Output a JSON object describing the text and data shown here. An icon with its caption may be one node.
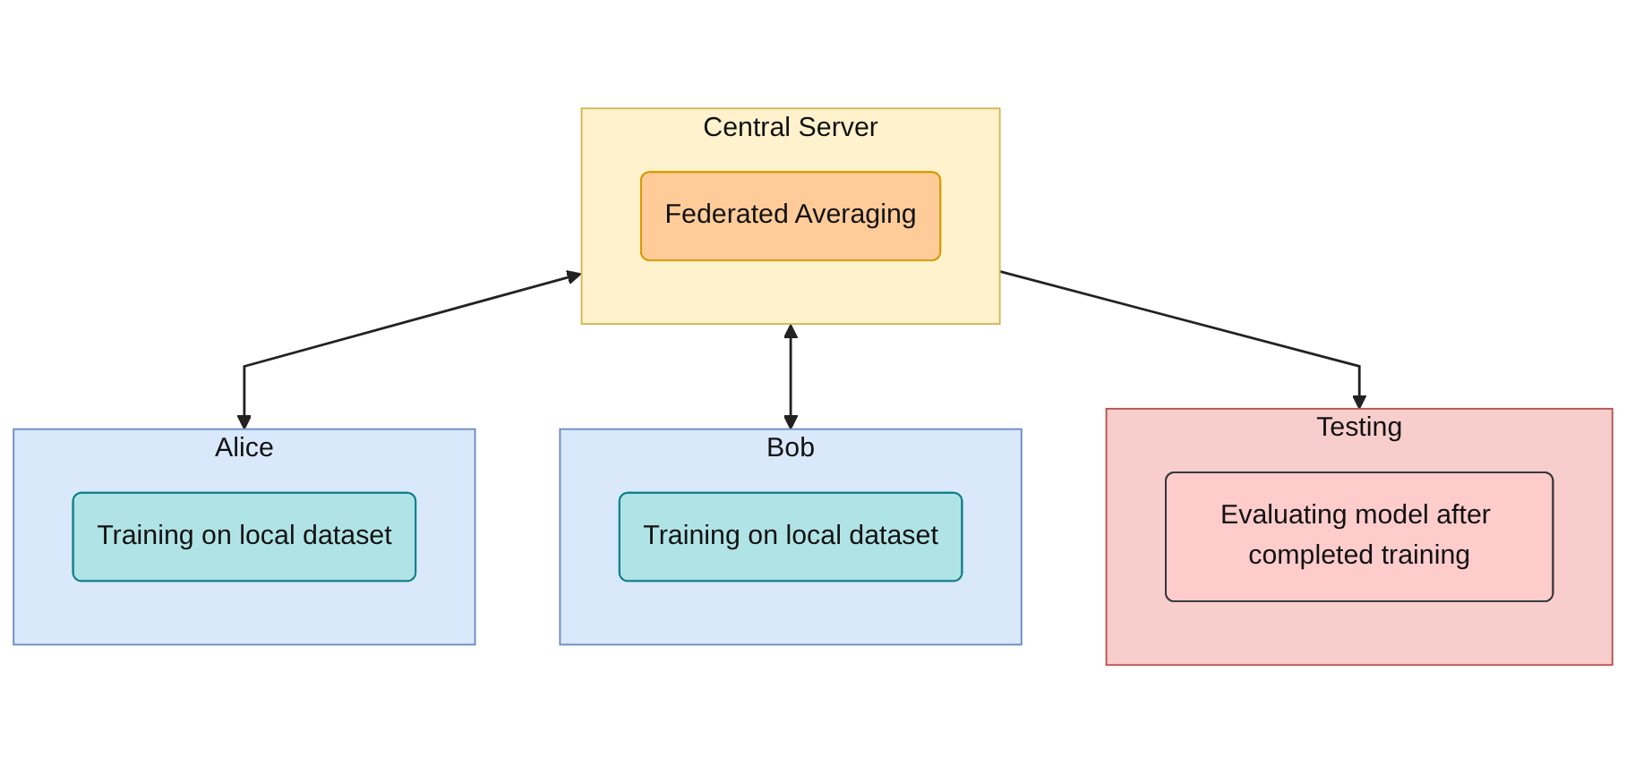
{
  "diagram": {
    "nodes": [
      {
        "text": [
          "Central Server"
        ]
      },
      {
        "text": [
          "Federated Averaging"
        ],
        "in": 0
      },
      {
        "text": [
          "Alice"
        ]
      },
      {
        "text": [
          "Training on local dataset"
        ],
        "in": 2
      },
      {
        "text": [
          "Bob"
        ]
      },
      {
        "text": [
          "Training on local dataset"
        ],
        "in": 4
      },
      {
        "text": [
          "Testing"
        ]
      },
      {
        "text": [
          "Evaluating model after completed training"
        ],
        "in": 6
      }
    ],
    "edges": [
      {
        "from": 0,
        "to": 2,
        "arrow": "both"
      },
      {
        "from": 0,
        "to": 4,
        "arrow": "both"
      },
      {
        "from": 0,
        "to": 6,
        "arrow": "to"
      }
    ]
  }
}
